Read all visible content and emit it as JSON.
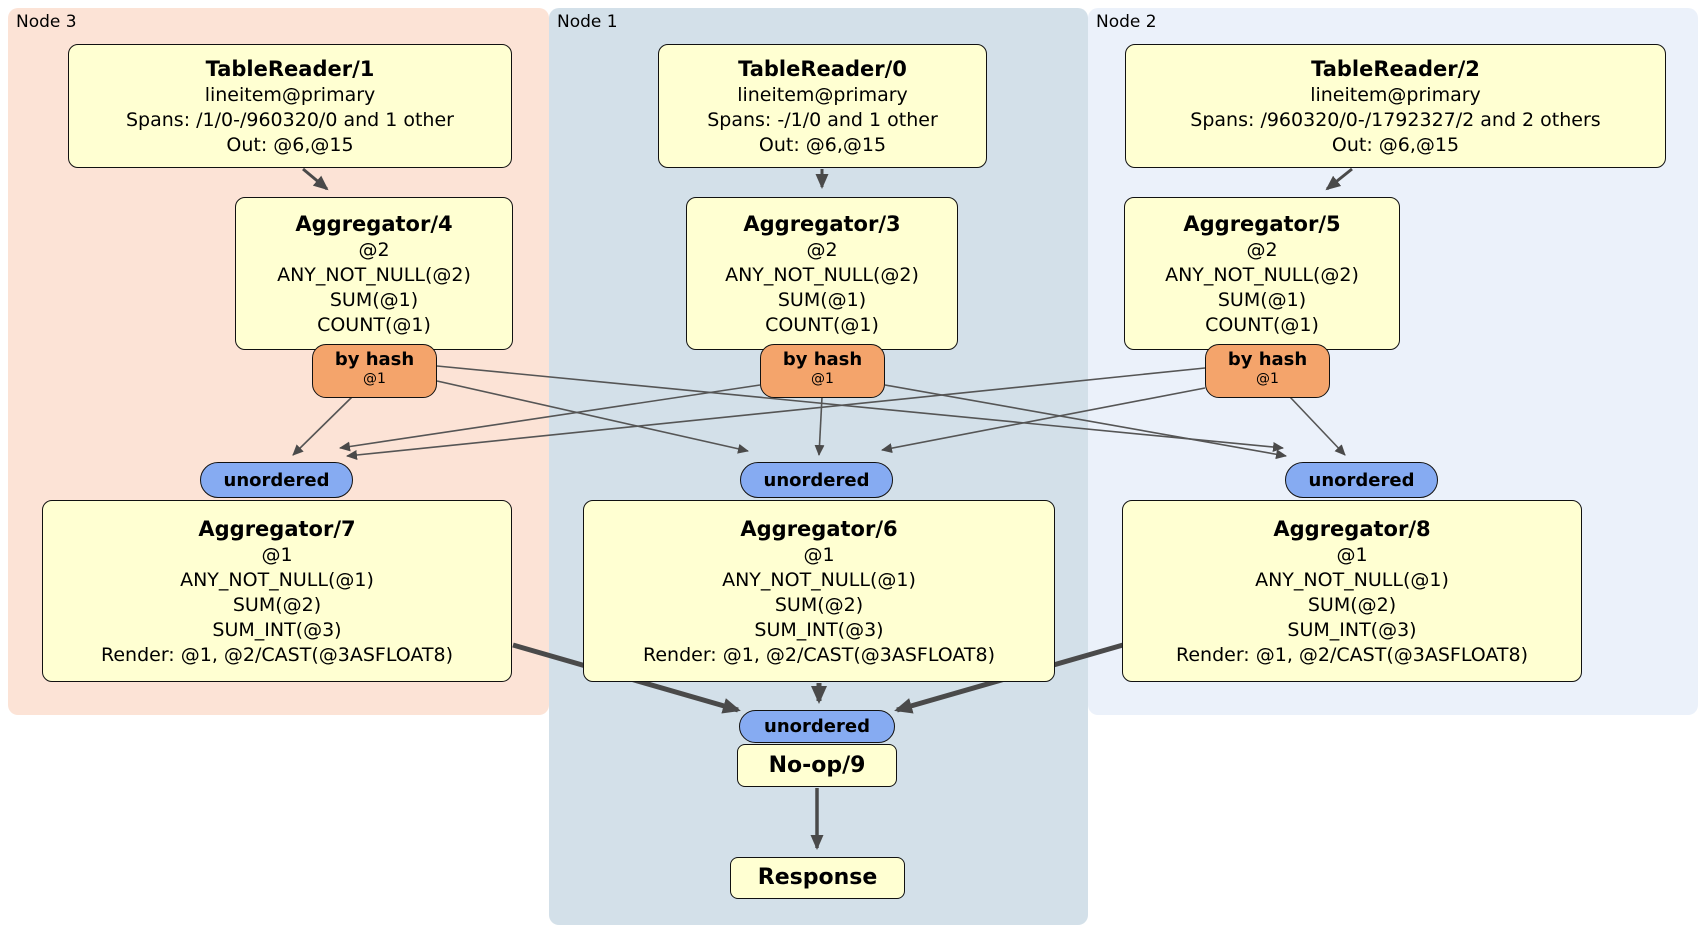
{
  "regions": [
    {
      "label": "Node 3"
    },
    {
      "label": "Node 1"
    },
    {
      "label": "Node 2"
    }
  ],
  "processors": {
    "tr1": {
      "title": "TableReader/1",
      "rows": [
        "lineitem@primary",
        "Spans: /1/0-/960320/0 and 1 other",
        "Out: @6,@15"
      ]
    },
    "tr0": {
      "title": "TableReader/0",
      "rows": [
        "lineitem@primary",
        "Spans: -/1/0 and 1 other",
        "Out: @6,@15"
      ]
    },
    "tr2": {
      "title": "TableReader/2",
      "rows": [
        "lineitem@primary",
        "Spans: /960320/0-/1792327/2 and 2 others",
        "Out: @6,@15"
      ]
    },
    "agg4": {
      "title": "Aggregator/4",
      "rows": [
        "@2",
        "ANY_NOT_NULL(@2)",
        "SUM(@1)",
        "COUNT(@1)"
      ]
    },
    "agg3": {
      "title": "Aggregator/3",
      "rows": [
        "@2",
        "ANY_NOT_NULL(@2)",
        "SUM(@1)",
        "COUNT(@1)"
      ]
    },
    "agg5": {
      "title": "Aggregator/5",
      "rows": [
        "@2",
        "ANY_NOT_NULL(@2)",
        "SUM(@1)",
        "COUNT(@1)"
      ]
    },
    "agg7": {
      "title": "Aggregator/7",
      "rows": [
        "@1",
        "ANY_NOT_NULL(@1)",
        "SUM(@2)",
        "SUM_INT(@3)",
        "Render: @1, @2/CAST(@3ASFLOAT8)"
      ]
    },
    "agg6": {
      "title": "Aggregator/6",
      "rows": [
        "@1",
        "ANY_NOT_NULL(@1)",
        "SUM(@2)",
        "SUM_INT(@3)",
        "Render: @1, @2/CAST(@3ASFLOAT8)"
      ]
    },
    "agg8": {
      "title": "Aggregator/8",
      "rows": [
        "@1",
        "ANY_NOT_NULL(@1)",
        "SUM(@2)",
        "SUM_INT(@3)",
        "Render: @1, @2/CAST(@3ASFLOAT8)"
      ]
    },
    "noop": {
      "title": "No-op/9"
    },
    "response": {
      "title": "Response"
    }
  },
  "router": {
    "label": "by hash",
    "detail": "@1"
  },
  "sync": {
    "unordered_label": "unordered"
  },
  "colors": {
    "node3_bg": "#fce3d6",
    "node1_bg": "#d3e0e9",
    "node2_bg": "#ebf1fa",
    "processor_fill": "#ffffd2",
    "router_fill": "#f4a46b",
    "sync_fill": "#86abf2",
    "edge": "#4a4a4a"
  }
}
